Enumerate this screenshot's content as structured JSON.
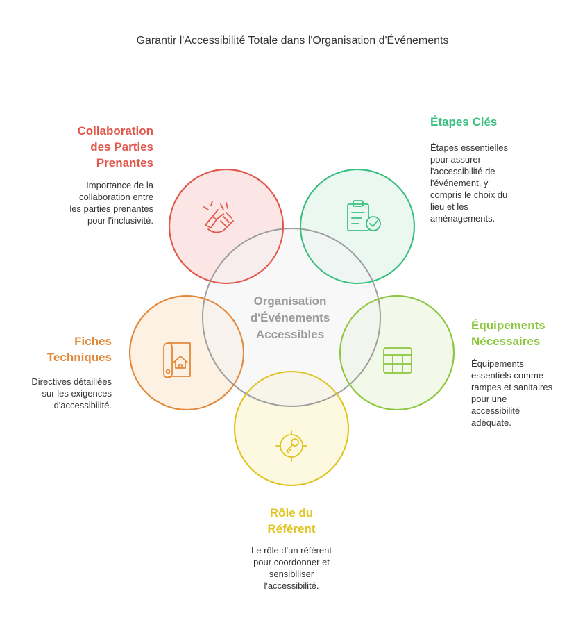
{
  "title": "Garantir l'Accessibilité Totale dans l'Organisation d'Événements",
  "center": {
    "label_lines": [
      "Organisation",
      "d'Événements",
      "Accessibles"
    ],
    "stroke_color": "#9e9e9e",
    "fill_color": "#f2f2f2"
  },
  "nodes": {
    "collaboration": {
      "heading_lines": [
        "Collaboration",
        "des Parties",
        "Prenantes"
      ],
      "desc_lines": [
        "Importance de la",
        "collaboration entre",
        "les parties prenantes",
        "pour l'inclusivité."
      ],
      "color": "#e2574c",
      "fill": "#fbe2e0",
      "icon": "hands-together-icon"
    },
    "etapes": {
      "heading_lines": [
        "Étapes Clés"
      ],
      "desc_lines": [
        "Étapes essentielles",
        "pour assurer",
        "l'accessibilité de",
        "l'événement, y",
        "compris le choix du",
        "lieu et les",
        "aménagements."
      ],
      "color": "#3cc081",
      "fill": "#e6f7ee",
      "icon": "clipboard-check-icon"
    },
    "equipements": {
      "heading_lines": [
        "Équipements",
        "Nécessaires"
      ],
      "desc_lines": [
        "Équipements",
        "essentiels comme",
        "rampes et sanitaires",
        "pour une",
        "accessibilité",
        "adéquate."
      ],
      "color": "#8cc63f",
      "fill": "#f0f8e4",
      "icon": "table-grid-icon"
    },
    "referent": {
      "heading_lines": [
        "Rôle du",
        "Référent"
      ],
      "desc_lines": [
        "Le rôle d'un référent",
        "pour coordonner et",
        "sensibiliser",
        "l'accessibilité."
      ],
      "color": "#e0c422",
      "fill": "#fdf8dc",
      "icon": "key-target-icon"
    },
    "fiches": {
      "heading_lines": [
        "Fiches",
        "Techniques"
      ],
      "desc_lines": [
        "Directives détaillées",
        "sur les exigences",
        "d'accessibilité."
      ],
      "color": "#e2893b",
      "fill": "#fdeedf",
      "icon": "blueprint-house-icon"
    }
  }
}
